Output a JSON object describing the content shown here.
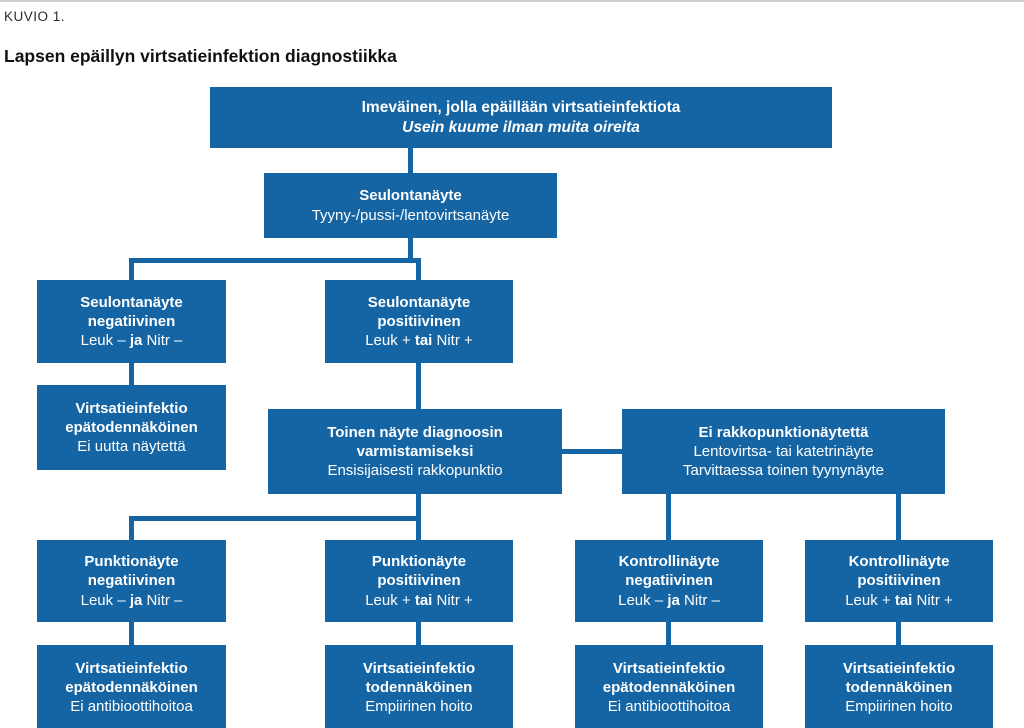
{
  "figure_label": "KUVIO 1.",
  "title": "Lapsen epäillyn virtsatieinfektion diagnostiikka",
  "colors": {
    "box_blue": "#1564a3",
    "text_white": "#ffffff"
  },
  "boxes": {
    "infant": {
      "heading": "Imeväinen, jolla epäillään virtsatieinfektiota",
      "note": "Usein kuume ilman muita oireita"
    },
    "screening": {
      "heading": "Seulontanäyte",
      "note": "Tyyny-/pussi-/lentovirtsanäyte"
    },
    "screening_negative": {
      "heading1": "Seulontanäyte",
      "heading2": "negatiivinen",
      "result_pre": "Leuk – ",
      "result_conj": "ja",
      "result_post": " Nitr –"
    },
    "screening_positive": {
      "heading1": "Seulontanäyte",
      "heading2": "positiivinen",
      "result_pre": "Leuk + ",
      "result_conj": "tai",
      "result_post": " Nitr +"
    },
    "uti_unlikely_no_new_sample": {
      "heading1": "Virtsatieinfektio",
      "heading2": "epätodennäköinen",
      "note": "Ei uutta näytettä"
    },
    "second_sample": {
      "heading1": "Toinen näyte diagnoosin",
      "heading2": "varmistamiseksi",
      "note": "Ensisijaisesti rakkopunktio"
    },
    "no_puncture_sample": {
      "heading": "Ei rakkopunktionäytettä",
      "note1": "Lentovirtsa- tai katetrinäyte",
      "note2": "Tarvittaessa toinen tyynynäyte"
    },
    "puncture_negative": {
      "heading1": "Punktionäyte",
      "heading2": "negatiivinen",
      "result_pre": "Leuk – ",
      "result_conj": "ja",
      "result_post": " Nitr –"
    },
    "puncture_positive": {
      "heading1": "Punktionäyte",
      "heading2": "positiivinen",
      "result_pre": "Leuk + ",
      "result_conj": "tai",
      "result_post": " Nitr +"
    },
    "control_negative": {
      "heading1": "Kontrollinäyte",
      "heading2": "negatiivinen",
      "result_pre": "Leuk – ",
      "result_conj": "ja",
      "result_post": " Nitr –"
    },
    "control_positive": {
      "heading1": "Kontrollinäyte",
      "heading2": "positiivinen",
      "result_pre": "Leuk + ",
      "result_conj": "tai",
      "result_post": " Nitr +"
    },
    "uti_unlikely_no_antibiotics_left": {
      "heading1": "Virtsatieinfektio",
      "heading2": "epätodennäköinen",
      "note": "Ei antibioottihoitoa"
    },
    "uti_likely_empiric_left": {
      "heading1": "Virtsatieinfektio",
      "heading2": "todennäköinen",
      "note": "Empiirinen hoito"
    },
    "uti_unlikely_no_antibiotics_right": {
      "heading1": "Virtsatieinfektio",
      "heading2": "epätodennäköinen",
      "note": "Ei antibioottihoitoa"
    },
    "uti_likely_empiric_right": {
      "heading1": "Virtsatieinfektio",
      "heading2": "todennäköinen",
      "note": "Empiirinen hoito"
    }
  }
}
